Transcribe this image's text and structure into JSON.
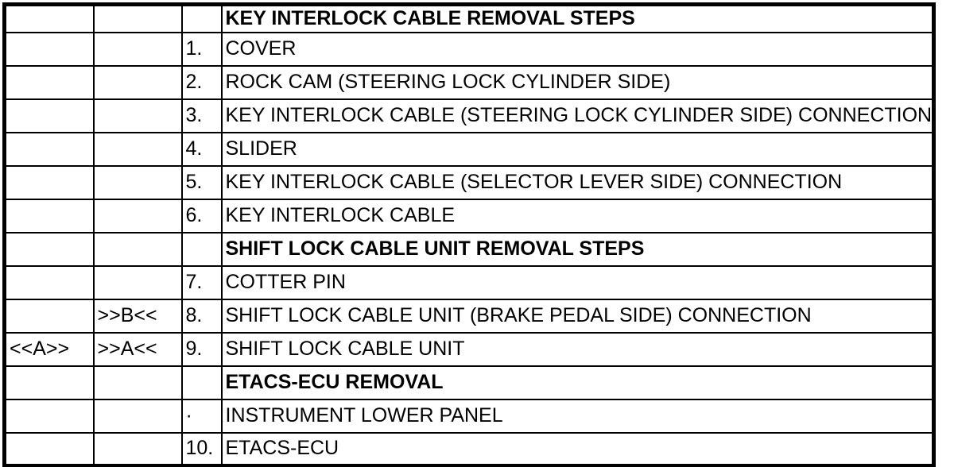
{
  "document": {
    "kind": "service-manual-removal-steps-table"
  },
  "colors": {
    "border": "#000000",
    "text": "#000000",
    "background": "#ffffff"
  },
  "table": {
    "column_names": [
      "removal-marker",
      "installation-marker",
      "step-number",
      "description"
    ],
    "rows": [
      {
        "marker_a": "",
        "marker_b": "",
        "step": "",
        "description": "KEY INTERLOCK CABLE REMOVAL STEPS",
        "section_header": true
      },
      {
        "marker_a": "",
        "marker_b": "",
        "step": "1.",
        "description": "COVER",
        "section_header": false
      },
      {
        "marker_a": "",
        "marker_b": "",
        "step": "2.",
        "description": "ROCK CAM (STEERING LOCK CYLINDER SIDE)",
        "section_header": false
      },
      {
        "marker_a": "",
        "marker_b": "",
        "step": "3.",
        "description": "KEY INTERLOCK CABLE (STEERING LOCK CYLINDER SIDE) CONNECTION",
        "section_header": false
      },
      {
        "marker_a": "",
        "marker_b": "",
        "step": "4.",
        "description": "SLIDER",
        "section_header": false
      },
      {
        "marker_a": "",
        "marker_b": "",
        "step": "5.",
        "description": "KEY INTERLOCK CABLE (SELECTOR LEVER SIDE) CONNECTION",
        "section_header": false
      },
      {
        "marker_a": "",
        "marker_b": "",
        "step": "6.",
        "description": "KEY INTERLOCK CABLE",
        "section_header": false
      },
      {
        "marker_a": "",
        "marker_b": "",
        "step": "",
        "description": "SHIFT LOCK CABLE UNIT REMOVAL STEPS",
        "section_header": true
      },
      {
        "marker_a": "",
        "marker_b": "",
        "step": "7.",
        "description": "COTTER PIN",
        "section_header": false
      },
      {
        "marker_a": "",
        "marker_b": ">>B<<",
        "step": "8.",
        "description": "SHIFT LOCK CABLE UNIT (BRAKE PEDAL SIDE) CONNECTION",
        "section_header": false
      },
      {
        "marker_a": "<<A>>",
        "marker_b": ">>A<<",
        "step": "9.",
        "description": "SHIFT LOCK CABLE UNIT",
        "section_header": false
      },
      {
        "marker_a": "",
        "marker_b": "",
        "step": "",
        "description": "ETACS-ECU REMOVAL",
        "section_header": true
      },
      {
        "marker_a": "",
        "marker_b": "",
        "step": "·",
        "description": "INSTRUMENT LOWER PANEL",
        "section_header": false
      },
      {
        "marker_a": "",
        "marker_b": "",
        "step": "10.",
        "description": "ETACS-ECU",
        "section_header": false
      }
    ]
  }
}
